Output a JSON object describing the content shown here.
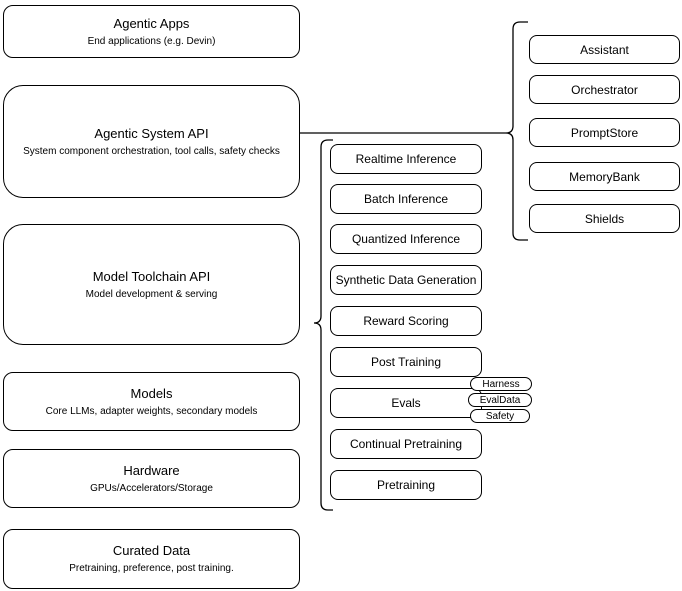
{
  "diagram": {
    "stack": [
      {
        "title": "Agentic Apps",
        "subtitle": "End applications (e.g. Devin)"
      },
      {
        "title": "Agentic System API",
        "subtitle": "System component orchestration, tool calls, safety checks"
      },
      {
        "title": "Model Toolchain API",
        "subtitle": "Model development & serving"
      },
      {
        "title": "Models",
        "subtitle": "Core LLMs, adapter weights, secondary models"
      },
      {
        "title": "Hardware",
        "subtitle": "GPUs/Accelerators/Storage"
      },
      {
        "title": "Curated Data",
        "subtitle": "Pretraining, preference, post training."
      }
    ],
    "toolchain": {
      "items": [
        "Realtime Inference",
        "Batch Inference",
        "Quantized Inference",
        "Synthetic Data Generation",
        "Reward Scoring",
        "Post Training",
        "Evals",
        "Continual Pretraining",
        "Pretraining"
      ],
      "evals_tags": [
        "Harness",
        "EvalData",
        "Safety"
      ]
    },
    "system": {
      "items": [
        "Assistant",
        "Orchestrator",
        "PromptStore",
        "MemoryBank",
        "Shields"
      ]
    },
    "colors": {
      "stroke": "#000000",
      "fill": "#ffffff",
      "background": "#ffffff"
    }
  }
}
